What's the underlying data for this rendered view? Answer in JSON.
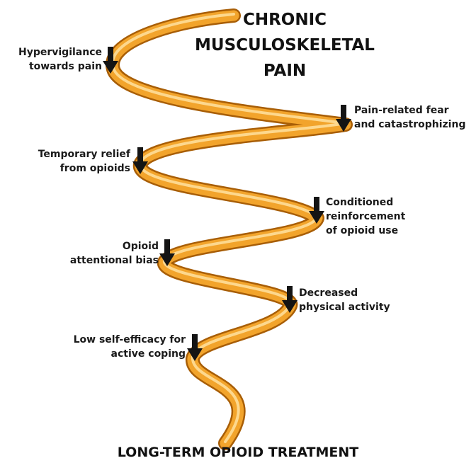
{
  "title": [
    "CHRONIC",
    "MUSCULOSKELETAL",
    "PAIN"
  ],
  "footer": "LONG-TERM OPIOID TREATMENT",
  "colors": {
    "spiral_light": "#ffd98a",
    "spiral_mid": "#f0a62a",
    "spiral_dark": "#b86a08",
    "arrow": "#141414",
    "text": "#111111"
  },
  "steps": [
    {
      "lines": [
        "Hypervigilance",
        "towards pain"
      ],
      "icon": "down-arrow-icon"
    },
    {
      "lines": [
        "Pain-related fear",
        "and catastrophizing"
      ],
      "icon": "down-arrow-icon"
    },
    {
      "lines": [
        "Temporary relief",
        "from opioids"
      ],
      "icon": "down-arrow-icon"
    },
    {
      "lines": [
        "Conditioned",
        "reinforcement",
        "of opioid use"
      ],
      "icon": "down-arrow-icon"
    },
    {
      "lines": [
        "Opioid",
        "attentional bias"
      ],
      "icon": "down-arrow-icon"
    },
    {
      "lines": [
        "Decreased",
        "physical activity"
      ],
      "icon": "down-arrow-icon"
    },
    {
      "lines": [
        "Low self-efficacy for",
        "active coping"
      ],
      "icon": "down-arrow-icon"
    }
  ]
}
